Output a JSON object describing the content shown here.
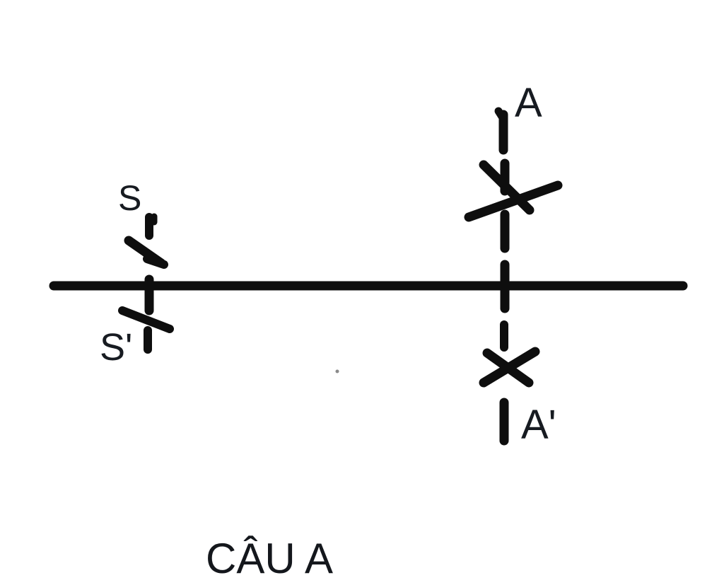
{
  "canvas": {
    "background": "#ffffff",
    "ink": "#0e0e0e",
    "label_color": "#171b21",
    "speck_color": "#8a8a8a"
  },
  "labels": {
    "source": "S",
    "source_image": "S'",
    "point_a": "A",
    "point_a_image": "A'"
  },
  "caption": "CÂU A"
}
